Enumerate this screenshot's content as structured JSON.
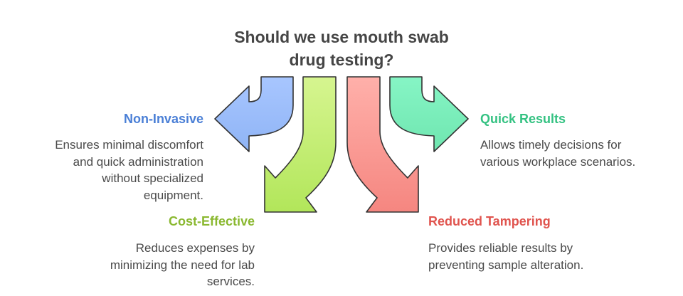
{
  "title_lines": [
    "Should we use mouth swab",
    "drug testing?"
  ],
  "items": [
    {
      "heading": "Non-Invasive",
      "color": "#4a7fd6",
      "arrow_fill": "#9ec1ff",
      "description_lines": [
        "Ensures minimal discomfort",
        "and quick administration",
        "without specialized",
        "equipment."
      ]
    },
    {
      "heading": "Cost-Effective",
      "color": "#8ab830",
      "arrow_fill": "#c8f07a",
      "description_lines": [
        "Reduces expenses by",
        "minimizing the need for lab",
        "services."
      ]
    },
    {
      "heading": "Reduced Tampering",
      "color": "#e0544e",
      "arrow_fill": "#ff9a94",
      "description_lines": [
        "Provides reliable results by",
        "preventing sample alteration."
      ]
    },
    {
      "heading": "Quick Results",
      "color": "#34c282",
      "arrow_fill": "#7ef0bd",
      "description_lines": [
        "Allows timely decisions for",
        "various workplace scenarios."
      ]
    }
  ]
}
